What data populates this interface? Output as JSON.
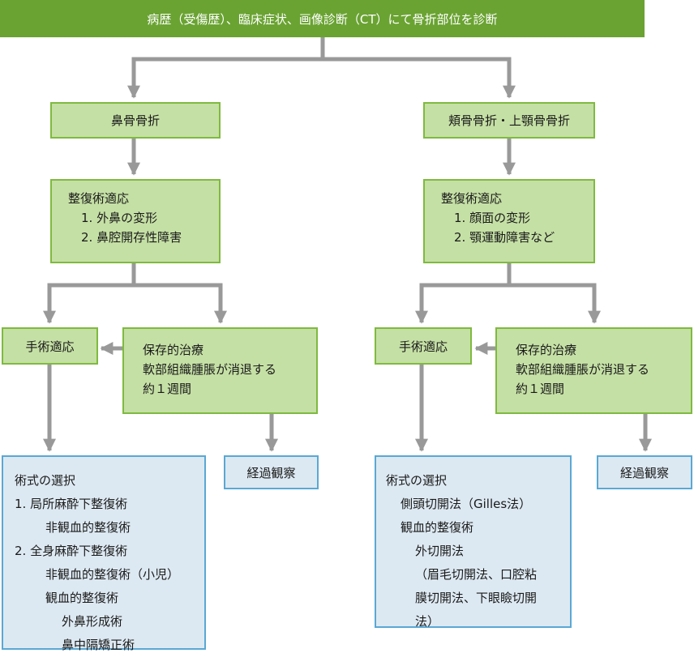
{
  "header": "病歴（受傷歴）、臨床症状、画像診断（CT）にて骨折部位を診断",
  "left": {
    "fracture": "鼻骨骨折",
    "indication": {
      "title": "整復術適応",
      "items": [
        "1. 外鼻の変形",
        "2. 鼻腔開存性障害"
      ]
    },
    "surgery": "手術適応",
    "conservative": [
      "保存的治療",
      "軟部組織腫脹が消退する",
      "約１週間"
    ],
    "observation": "経過観察",
    "methods": [
      "術式の選択",
      "1. 局所麻酔下整復術",
      "非観血的整復術",
      "2. 全身麻酔下整復術",
      "非観血的整復術（小児）",
      "観血的整復術",
      "外鼻形成術",
      "鼻中隔矯正術"
    ]
  },
  "right": {
    "fracture": "頬骨骨折・上顎骨骨折",
    "indication": {
      "title": "整復術適応",
      "items": [
        "1. 顔面の変形",
        "2. 顎運動障害など"
      ]
    },
    "surgery": "手術適応",
    "conservative": [
      "保存的治療",
      "軟部組織腫脹が消退する",
      "約１週間"
    ],
    "observation": "経過観察",
    "methods": [
      "術式の選択",
      "側頭切開法（Gilles法）",
      "観血的整復術",
      "外切開法",
      "（眉毛切開法、口腔粘",
      "膜切開法、下眼瞼切開",
      "法）"
    ]
  },
  "colors": {
    "header_fill": "#6aa332",
    "green_fill": "#c5e0a5",
    "green_border": "#7fba3f",
    "blue_fill": "#dde9f2",
    "blue_border": "#5aa8d4",
    "arrow": "#999999"
  }
}
